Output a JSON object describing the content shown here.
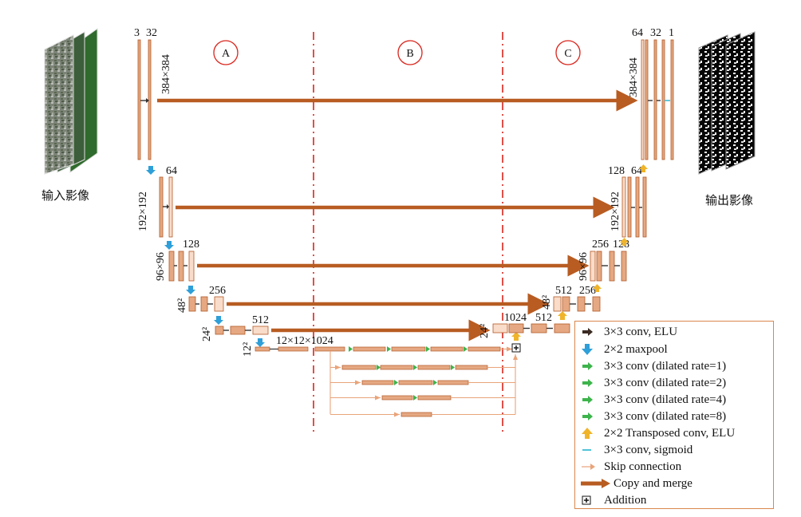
{
  "sections": [
    "A",
    "B",
    "C"
  ],
  "input_label": "输入影像",
  "output_label": "输出影像",
  "encoder": {
    "l1": {
      "ch_a": "3",
      "ch_b": "32",
      "size": "384×384"
    },
    "l2": {
      "ch": "64",
      "size": "192×192"
    },
    "l3": {
      "ch": "128",
      "size": "96×96"
    },
    "l4": {
      "ch": "256",
      "size": "48²"
    },
    "l5": {
      "ch": "512",
      "size": "24²"
    },
    "l6": {
      "size": "12²"
    },
    "bottleneck": "12×12×1024"
  },
  "decoder": {
    "l1": {
      "ch_a": "64",
      "ch_b": "32",
      "ch_c": "1",
      "size": "384×384"
    },
    "l2": {
      "ch_a": "128",
      "ch_b": "64",
      "size": "192×192"
    },
    "l3": {
      "ch_a": "256",
      "ch_b": "128",
      "size": "96×96"
    },
    "l4": {
      "ch_a": "512",
      "ch_b": "256",
      "size": "48²"
    },
    "l5": {
      "ch_a": "1024",
      "ch_b": "512",
      "size": "24²"
    }
  },
  "colors": {
    "block": "#e5a882",
    "block_light": "#f9dcc9",
    "outline": "#b35a28",
    "copy_merge": "#b85c22",
    "skip": "#e9a47a",
    "maxpool": "#2e9fd8",
    "dilated": "#3cb44b",
    "transposed": "#f0b42a",
    "sigmoid": "#4fc3d9",
    "divider": "#d9251c"
  },
  "legend": [
    {
      "icon": "dark-arrow-icon",
      "text": "3×3 conv, ELU"
    },
    {
      "icon": "maxpool-arrow-icon",
      "text": "2×2 maxpool"
    },
    {
      "icon": "green-arrow-icon",
      "text": "3×3 conv (dilated rate=1)"
    },
    {
      "icon": "green-arrow-icon",
      "text": "3×3 conv (dilated rate=2)"
    },
    {
      "icon": "green-arrow-icon",
      "text": "3×3 conv (dilated rate=4)"
    },
    {
      "icon": "green-arrow-icon",
      "text": "3×3 conv (dilated rate=8)"
    },
    {
      "icon": "transposed-arrow-icon",
      "text": "2×2 Transposed conv, ELU"
    },
    {
      "icon": "sigmoid-dash-icon",
      "text": "3×3 conv, sigmoid"
    },
    {
      "icon": "skip-arrow-icon",
      "text": "Skip connection"
    },
    {
      "icon": "copy-merge-arrow-icon",
      "text": "Copy and merge"
    },
    {
      "icon": "addition-icon",
      "text": "Addition"
    }
  ]
}
